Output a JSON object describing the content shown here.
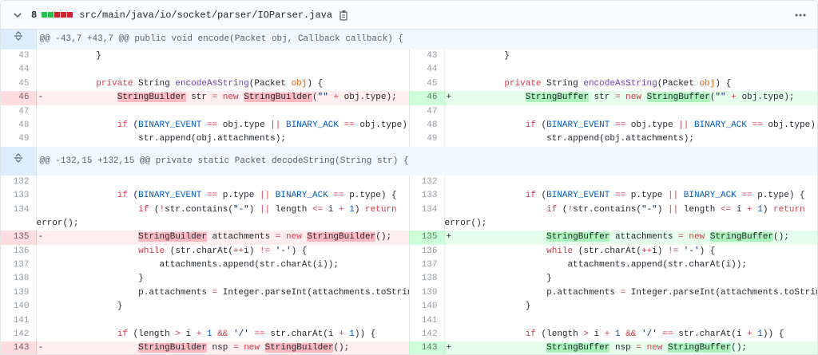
{
  "file": {
    "changes_count": "8",
    "path": "src/main/java/io/socket/parser/IOParser.java"
  },
  "hunks": [
    {
      "header": "@@ -43,7 +43,7 @@ public void encode(Packet obj, Callback callback) {",
      "rows": [
        {
          "n": "43",
          "t": "ctx",
          "seg": [
            [
              "",
              "        }"
            ]
          ]
        },
        {
          "n": "44",
          "t": "ctx",
          "seg": [
            [
              "",
              ""
            ]
          ]
        },
        {
          "n": "45",
          "t": "ctx",
          "seg": [
            [
              "",
              "        "
            ],
            [
              "kw",
              "private"
            ],
            [
              "",
              " String "
            ],
            [
              "fn",
              "encodeAsString"
            ],
            [
              "",
              "(Packet "
            ],
            [
              "var",
              "obj"
            ],
            [
              "",
              ") {"
            ]
          ]
        },
        {
          "n": "46",
          "t": "chg",
          "l": [
            [
              "",
              "            "
            ],
            [
              "hl",
              "StringBuilder"
            ],
            [
              "",
              " str "
            ],
            [
              "kw",
              "="
            ],
            [
              "",
              " "
            ],
            [
              "kw",
              "new"
            ],
            [
              "",
              " "
            ],
            [
              "hl",
              "StringBuilder"
            ],
            [
              "",
              "("
            ],
            [
              "str",
              "\"\""
            ],
            [
              "",
              " "
            ],
            [
              "kw",
              "+"
            ],
            [
              "",
              " obj.type);"
            ]
          ],
          "r": [
            [
              "",
              "            "
            ],
            [
              "hl",
              "StringBuffer"
            ],
            [
              "",
              " str "
            ],
            [
              "kw",
              "="
            ],
            [
              "",
              " "
            ],
            [
              "kw",
              "new"
            ],
            [
              "",
              " "
            ],
            [
              "hl",
              "StringBuffer"
            ],
            [
              "",
              "("
            ],
            [
              "str",
              "\"\""
            ],
            [
              "",
              " "
            ],
            [
              "kw",
              "+"
            ],
            [
              "",
              " obj.type);"
            ]
          ]
        },
        {
          "n": "47",
          "t": "ctx",
          "seg": [
            [
              "",
              ""
            ]
          ]
        },
        {
          "n": "48",
          "t": "ctx",
          "seg": [
            [
              "",
              "            "
            ],
            [
              "kw",
              "if"
            ],
            [
              "",
              " ("
            ],
            [
              "cst",
              "BINARY_EVENT"
            ],
            [
              "",
              " "
            ],
            [
              "kw",
              "=="
            ],
            [
              "",
              " obj.type "
            ],
            [
              "kw",
              "||"
            ],
            [
              "",
              " "
            ],
            [
              "cst",
              "BINARY_ACK"
            ],
            [
              "",
              " "
            ],
            [
              "kw",
              "=="
            ],
            [
              "",
              " obj.type) {"
            ]
          ]
        },
        {
          "n": "49",
          "t": "ctx",
          "seg": [
            [
              "",
              "                str.append(obj.attachments);"
            ]
          ]
        }
      ]
    },
    {
      "header": "@@ -132,15 +132,15 @@ private static Packet decodeString(String str) {",
      "rows": [
        {
          "n": "132",
          "t": "ctx",
          "seg": [
            [
              "",
              ""
            ]
          ]
        },
        {
          "n": "133",
          "t": "ctx",
          "seg": [
            [
              "",
              "            "
            ],
            [
              "kw",
              "if"
            ],
            [
              "",
              " ("
            ],
            [
              "cst",
              "BINARY_EVENT"
            ],
            [
              "",
              " "
            ],
            [
              "kw",
              "=="
            ],
            [
              "",
              " p.type "
            ],
            [
              "kw",
              "||"
            ],
            [
              "",
              " "
            ],
            [
              "cst",
              "BINARY_ACK"
            ],
            [
              "",
              " "
            ],
            [
              "kw",
              "=="
            ],
            [
              "",
              " p.type) {"
            ]
          ]
        },
        {
          "n": "134",
          "t": "ctx",
          "seg": [
            [
              "",
              "                "
            ],
            [
              "kw",
              "if"
            ],
            [
              "",
              " ("
            ],
            [
              "kw",
              "!"
            ],
            [
              "",
              "str.contains("
            ],
            [
              "str",
              "\"-\""
            ],
            [
              "",
              ") "
            ],
            [
              "kw",
              "||"
            ],
            [
              "",
              " length "
            ],
            [
              "kw",
              "<="
            ],
            [
              "",
              " i "
            ],
            [
              "kw",
              "+"
            ],
            [
              "",
              " "
            ],
            [
              "cst",
              "1"
            ],
            [
              "",
              ") "
            ],
            [
              "kw",
              "return"
            ]
          ]
        },
        {
          "n": "",
          "t": "cont",
          "seg": [
            [
              "",
              "error();"
            ]
          ]
        },
        {
          "n": "135",
          "t": "chg",
          "l": [
            [
              "",
              "                "
            ],
            [
              "hl",
              "StringBuilder"
            ],
            [
              "",
              " attachments "
            ],
            [
              "kw",
              "="
            ],
            [
              "",
              " "
            ],
            [
              "kw",
              "new"
            ],
            [
              "",
              " "
            ],
            [
              "hl",
              "StringBuilder"
            ],
            [
              "",
              "();"
            ]
          ],
          "r": [
            [
              "",
              "                "
            ],
            [
              "hl",
              "StringBuffer"
            ],
            [
              "",
              " attachments "
            ],
            [
              "kw",
              "="
            ],
            [
              "",
              " "
            ],
            [
              "kw",
              "new"
            ],
            [
              "",
              " "
            ],
            [
              "hl",
              "StringBuffer"
            ],
            [
              "",
              "();"
            ]
          ]
        },
        {
          "n": "136",
          "t": "ctx",
          "seg": [
            [
              "",
              "                "
            ],
            [
              "kw",
              "while"
            ],
            [
              "",
              " (str.charAt("
            ],
            [
              "kw",
              "++"
            ],
            [
              "",
              "i) "
            ],
            [
              "kw",
              "!="
            ],
            [
              "",
              " "
            ],
            [
              "str",
              "'-'"
            ],
            [
              "",
              ") {"
            ]
          ]
        },
        {
          "n": "137",
          "t": "ctx",
          "seg": [
            [
              "",
              "                    attachments.append(str.charAt(i));"
            ]
          ]
        },
        {
          "n": "138",
          "t": "ctx",
          "seg": [
            [
              "",
              "                }"
            ]
          ]
        },
        {
          "n": "139",
          "t": "ctx",
          "seg": [
            [
              "",
              "                p.attachments "
            ],
            [
              "kw",
              "="
            ],
            [
              "",
              " Integer.parseInt(attachments.toString());"
            ]
          ]
        },
        {
          "n": "140",
          "t": "ctx",
          "seg": [
            [
              "",
              "            }"
            ]
          ]
        },
        {
          "n": "141",
          "t": "ctx",
          "seg": [
            [
              "",
              ""
            ]
          ]
        },
        {
          "n": "142",
          "t": "ctx",
          "seg": [
            [
              "",
              "            "
            ],
            [
              "kw",
              "if"
            ],
            [
              "",
              " (length "
            ],
            [
              "kw",
              ">"
            ],
            [
              "",
              " i "
            ],
            [
              "kw",
              "+"
            ],
            [
              "",
              " "
            ],
            [
              "cst",
              "1"
            ],
            [
              "",
              " "
            ],
            [
              "kw",
              "&&"
            ],
            [
              "",
              " "
            ],
            [
              "str",
              "'/'"
            ],
            [
              "",
              " "
            ],
            [
              "kw",
              "=="
            ],
            [
              "",
              " str.charAt(i "
            ],
            [
              "kw",
              "+"
            ],
            [
              "",
              " "
            ],
            [
              "cst",
              "1"
            ],
            [
              "",
              ")) {"
            ]
          ]
        },
        {
          "n": "143",
          "t": "chg",
          "l": [
            [
              "",
              "                "
            ],
            [
              "hl",
              "StringBuilder"
            ],
            [
              "",
              " nsp "
            ],
            [
              "kw",
              "="
            ],
            [
              "",
              " "
            ],
            [
              "kw",
              "new"
            ],
            [
              "",
              " "
            ],
            [
              "hl",
              "StringBuilder"
            ],
            [
              "",
              "();"
            ]
          ],
          "r": [
            [
              "",
              "                "
            ],
            [
              "hl",
              "StringBuffer"
            ],
            [
              "",
              " nsp "
            ],
            [
              "kw",
              "="
            ],
            [
              "",
              " "
            ],
            [
              "kw",
              "new"
            ],
            [
              "",
              " "
            ],
            [
              "hl",
              "StringBuffer"
            ],
            [
              "",
              "();"
            ]
          ]
        }
      ]
    }
  ],
  "markers": {
    "del": "-",
    "add": "+"
  }
}
